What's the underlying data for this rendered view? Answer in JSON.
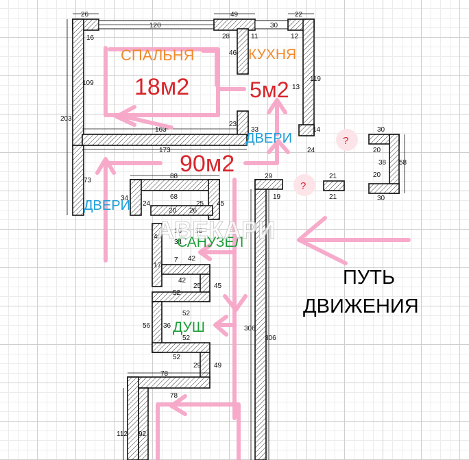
{
  "rooms": {
    "bedroom": {
      "name": "СПАЛЬНЯ",
      "area": "18м2",
      "name_color": "#f08a2c",
      "area_color": "#d8262c"
    },
    "kitchen": {
      "name": "КУХНЯ",
      "area": "5м2",
      "name_color": "#f08a2c",
      "area_color": "#d8262c"
    },
    "corridor": {
      "area": "90м2",
      "area_color": "#d8262c"
    },
    "bathroom": {
      "name": "САНУЗЕЛ",
      "name_color": "#1e9e3a"
    },
    "shower": {
      "name": "ДУШ",
      "name_color": "#1e9e3a"
    }
  },
  "doors": {
    "label_1": "ДВЕРИ",
    "label_2": "ДВЕРИ",
    "color": "#1e9fd8"
  },
  "unknown_marks": {
    "mark_1": "?",
    "mark_2": "?"
  },
  "route_caption": {
    "line_1": "ПУТЬ",
    "line_2": "ДВИЖЕНИЯ"
  },
  "watermark": "АВЕКАРИ",
  "dimensions": {
    "d26": "26",
    "d49": "49",
    "d22": "22",
    "d120": "120",
    "d30a": "30",
    "d16": "16",
    "d28": "28",
    "d11": "11",
    "d12": "12",
    "d46": "46",
    "d109": "109",
    "d119": "119",
    "d13": "13",
    "d203": "203",
    "d163": "163",
    "d23": "23",
    "d33": "33",
    "d14": "14",
    "d24a": "24",
    "d173": "173",
    "d30b": "30",
    "d20a": "20",
    "d38": "38",
    "d58": "58",
    "d20b": "20",
    "d30c": "30",
    "d29": "29",
    "d19": "19",
    "d21a": "21",
    "d21b": "21",
    "d73": "73",
    "d88": "88",
    "d34a": "34",
    "d24b": "24",
    "d68": "68",
    "d20c": "20",
    "d26b": "26",
    "d25a": "25",
    "d45a": "45",
    "d10": "10",
    "d36a": "36",
    "d44": "44",
    "d34b": "34",
    "d17": "17",
    "d7": "7",
    "d42a": "42",
    "d42b": "42",
    "d25b": "25",
    "d52a": "52",
    "d45b": "45",
    "d52b": "52",
    "d56": "56",
    "d36b": "36",
    "d52c": "52",
    "d306a": "306",
    "d306b": "306",
    "d52d": "52",
    "d29b": "29",
    "d49b": "49",
    "d78a": "78",
    "d78b": "78",
    "d112": "112",
    "d92": "92"
  }
}
